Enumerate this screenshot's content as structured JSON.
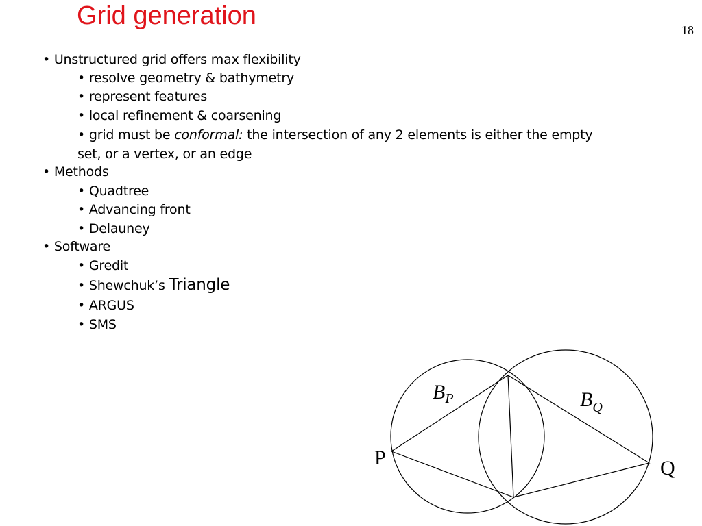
{
  "slide": {
    "title": "Grid generation",
    "page_number": "18"
  },
  "bullets": {
    "b1": "• Unstructured grid offers max flexibility",
    "b1_1": "• resolve geometry & bathymetry",
    "b1_2": "• represent features",
    "b1_3": "• local refinement & coarsening",
    "b1_4_pre": "• grid must be ",
    "b1_4_em": "conformal:",
    "b1_4_post": " the intersection of any 2 elements is either the empty",
    "b1_4_cont": "set, or a vertex, or an edge",
    "b2": "• Methods",
    "b2_1": "• Quadtree",
    "b2_2": "• Advancing front",
    "b2_3": "• Delauney",
    "b3": "• Software",
    "b3_1": "• Gredit",
    "b3_2_pre": "• Shewchuk’s ",
    "b3_2_big": "Triangle",
    "b3_3": "• ARGUS",
    "b3_4": "• SMS"
  },
  "diagram": {
    "label_bp_main": "B",
    "label_bp_sub": "P",
    "label_bq_main": "B",
    "label_bq_sub": "Q",
    "label_p": "P",
    "label_q": "Q"
  }
}
